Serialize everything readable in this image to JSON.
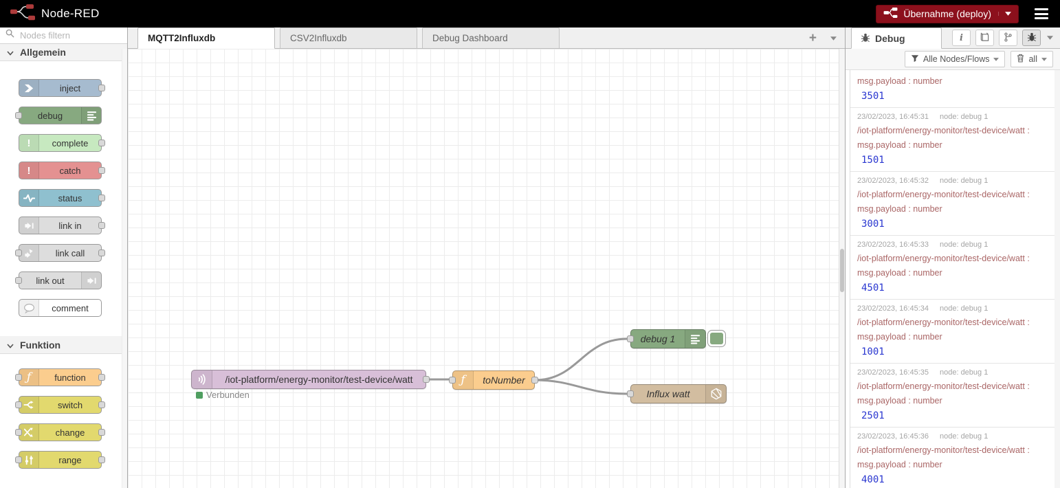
{
  "header": {
    "app_title": "Node-RED",
    "deploy_label": "Übernahme (deploy)"
  },
  "palette": {
    "search_placeholder": "Nodes filtern",
    "sections": [
      {
        "label": "Allgemein",
        "nodes": [
          {
            "label": "inject"
          },
          {
            "label": "debug"
          },
          {
            "label": "complete"
          },
          {
            "label": "catch"
          },
          {
            "label": "status"
          },
          {
            "label": "link in"
          },
          {
            "label": "link call"
          },
          {
            "label": "link out"
          },
          {
            "label": "comment"
          }
        ]
      },
      {
        "label": "Funktion",
        "nodes": [
          {
            "label": "function"
          },
          {
            "label": "switch"
          },
          {
            "label": "change"
          },
          {
            "label": "range"
          }
        ]
      }
    ]
  },
  "workspace": {
    "tabs": [
      {
        "label": "MQTT2Influxdb"
      },
      {
        "label": "CSV2Influxdb"
      },
      {
        "label": "Debug Dashboard"
      }
    ],
    "add_button": "+",
    "flow_nodes": {
      "mqtt": {
        "label": "/iot-platform/energy-monitor/test-device/watt",
        "status": "Verbunden"
      },
      "function": {
        "label": "toNumber"
      },
      "debug": {
        "label": "debug 1"
      },
      "influx": {
        "label": "Influx watt"
      }
    }
  },
  "debug_panel": {
    "tab_label": "Debug",
    "filter_button": "Alle Nodes/Flows",
    "clear_button": "all",
    "messages": [
      {
        "time": "",
        "node": "",
        "topic": "",
        "type": "msg.payload : number",
        "value": "3501"
      },
      {
        "time": "23/02/2023, 16:45:31",
        "node": "node: debug 1",
        "topic": "/iot-platform/energy-monitor/test-device/watt :",
        "type": "msg.payload : number",
        "value": "1501"
      },
      {
        "time": "23/02/2023, 16:45:32",
        "node": "node: debug 1",
        "topic": "/iot-platform/energy-monitor/test-device/watt :",
        "type": "msg.payload : number",
        "value": "3001"
      },
      {
        "time": "23/02/2023, 16:45:33",
        "node": "node: debug 1",
        "topic": "/iot-platform/energy-monitor/test-device/watt :",
        "type": "msg.payload : number",
        "value": "4501"
      },
      {
        "time": "23/02/2023, 16:45:34",
        "node": "node: debug 1",
        "topic": "/iot-platform/energy-monitor/test-device/watt :",
        "type": "msg.payload : number",
        "value": "1001"
      },
      {
        "time": "23/02/2023, 16:45:35",
        "node": "node: debug 1",
        "topic": "/iot-platform/energy-monitor/test-device/watt :",
        "type": "msg.payload : number",
        "value": "2501"
      },
      {
        "time": "23/02/2023, 16:45:36",
        "node": "node: debug 1",
        "topic": "/iot-platform/energy-monitor/test-device/watt :",
        "type": "msg.payload : number",
        "value": "4001"
      }
    ]
  },
  "icons": {
    "logo": "node-red-flow",
    "deploy": "node-red-flow-white",
    "menu": "hamburger",
    "search": "magnifier",
    "debug_tab": "bug",
    "info": "i",
    "docs": "book",
    "project": "git-branch",
    "filter": "funnel",
    "clear": "trash"
  },
  "colors": {
    "header_bg": "#000000",
    "deploy_red": "#8C101C",
    "node_mqtt": "#d8bfd8",
    "node_function": "#fbcd8e",
    "node_debug": "#87a980",
    "node_influx": "#d2bda0",
    "node_inject": "#a6bbcf",
    "node_complete": "#c7e9c0",
    "node_catch": "#e49191",
    "node_status": "#8fc0cf",
    "node_yellow": "#e2d96e",
    "status_connected": "#4f9e60",
    "debug_topic": "#aa6666",
    "debug_number": "#2936d0",
    "wire": "#999999"
  }
}
